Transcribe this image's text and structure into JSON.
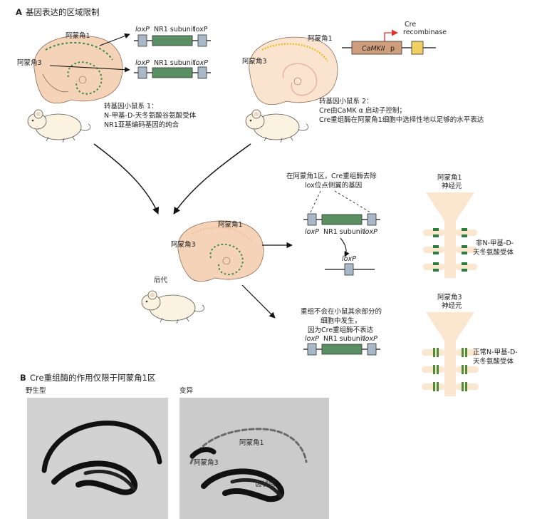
{
  "section_a": {
    "letter": "A",
    "title": "基因表达的区域限制"
  },
  "section_b": {
    "letter": "B",
    "title": "Cre重组酶的作用仅限于阿蒙角1区"
  },
  "mouse1": {
    "ca1": "阿蒙角1",
    "ca3": "阿蒙角3",
    "caption_line1": "转基因小鼠系 1：",
    "caption_line2": "N-甲基-D-天冬氨酸谷氨酸受体",
    "caption_line3": "NR1亚基编码基因的纯合"
  },
  "mouse2": {
    "ca1": "阿蒙角1",
    "ca3": "阿蒙角3",
    "caption_line1": "转基因小鼠系 2：",
    "caption_line2": "Cre由CaMK α 启动子控制；",
    "caption_line3": "Cre重组酶在阿蒙角1细胞中选择性地以足够的水平表达"
  },
  "gene": {
    "loxp": "loxP",
    "nr1": "NR1 subunit"
  },
  "cre_construct": {
    "cre_line1": "Cre",
    "cre_line2": "recombinase",
    "camk": "CaMKII",
    "p": "p"
  },
  "offspring": {
    "label": "后代",
    "ca1": "阿蒙角1",
    "ca3": "阿蒙角3",
    "recomb_line1": "在阿蒙角1区，Cre重组酶去除",
    "recomb_line2": "lox位点侧翼的基因",
    "norecomb_line1": "重组不会在小鼠其余部分的",
    "norecomb_line2": "细胞中发生，",
    "norecomb_line3": "因为Cre重组酶不表达"
  },
  "neuron_ca1": {
    "title1": "阿蒙角1",
    "title2": "神经元",
    "label1": "非N-甲基-D-",
    "label2": "天冬氨酸受体"
  },
  "neuron_ca3": {
    "title1": "阿蒙角3",
    "title2": "神经元",
    "label1": "正常N-甲基-D-",
    "label2": "天冬氨酸受体"
  },
  "photos": {
    "wildtype": "野生型",
    "mutant": "变异",
    "ca1": "阿蒙角1",
    "ca3": "阿蒙角3",
    "dg": "齿状回"
  },
  "colors": {
    "gene_green": "#5a8f63",
    "loxp_blue": "#a8b8c8",
    "hippo_green": "#3a8a4a",
    "hippo_yellow": "#e8c020",
    "brain_fill": "#f4d3b8",
    "cre_box": "#cf9e7c",
    "cre_yellow": "#f0d060",
    "neuron_fill": "#fbe6d0",
    "arrow_red": "#e0302a"
  }
}
